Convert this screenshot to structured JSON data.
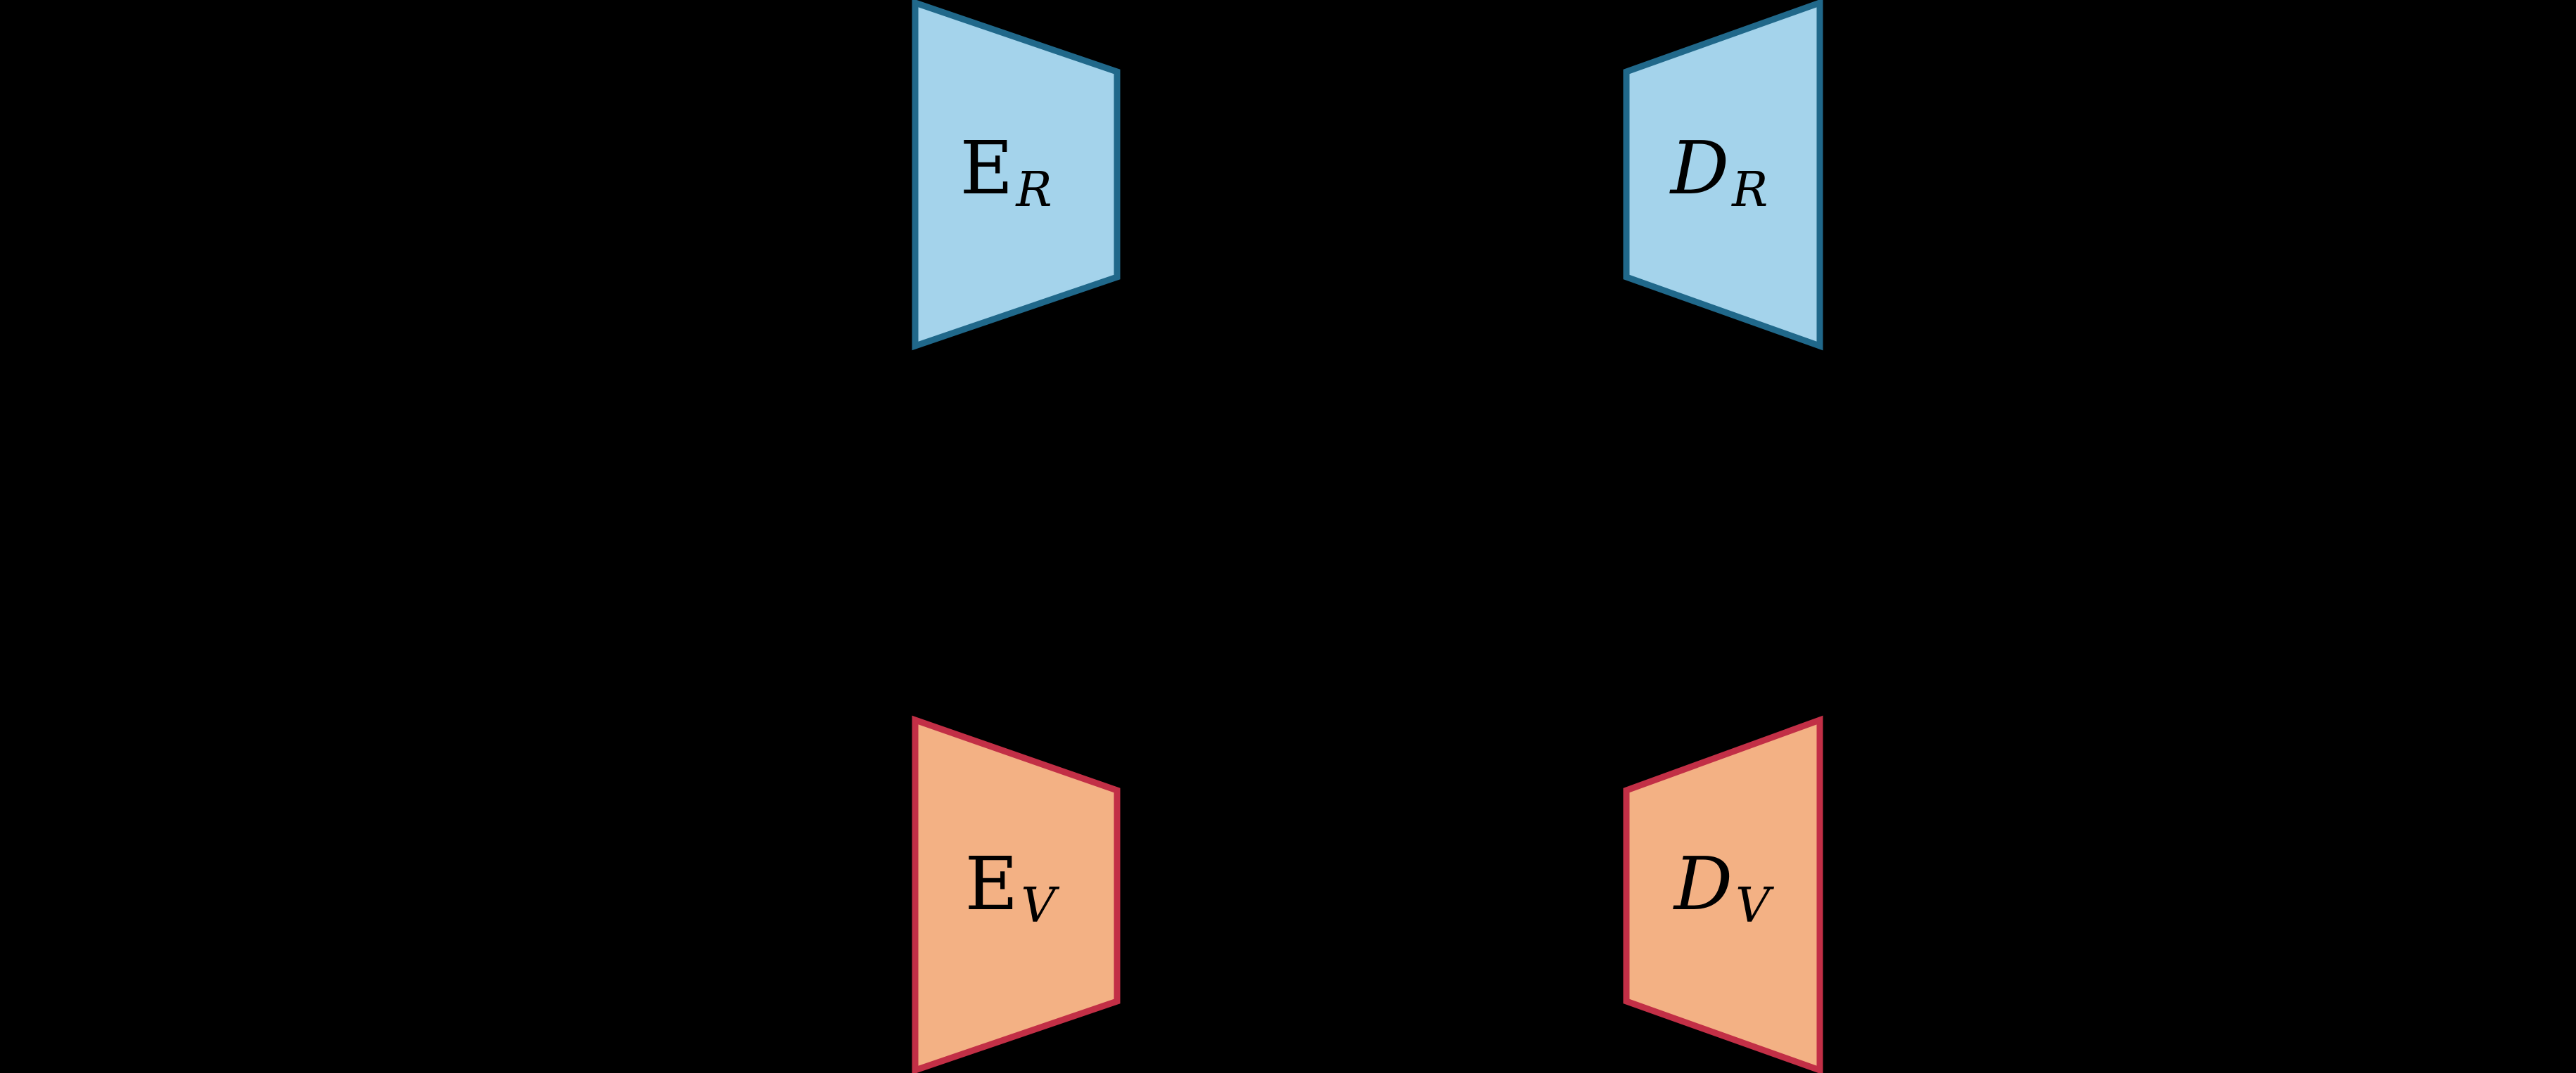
{
  "figure": {
    "description": "Autoencoder architecture diagram with two encoder-decoder pairs on a black background",
    "background_color": "#000000",
    "colors": {
      "blue_fill": "#a4d3eb",
      "blue_stroke": "#20688a",
      "orange_fill": "#f3b184",
      "orange_stroke": "#c22f46",
      "label_color": "#000000"
    },
    "blocks": [
      {
        "id": "encoder-R",
        "role": "encoder",
        "label": {
          "main": "E",
          "sub": "R"
        },
        "fill": "#a4d3eb",
        "stroke": "#20688a"
      },
      {
        "id": "decoder-R",
        "role": "decoder",
        "label": {
          "main": "D",
          "sub": "R"
        },
        "fill": "#a4d3eb",
        "stroke": "#20688a"
      },
      {
        "id": "encoder-V",
        "role": "encoder",
        "label": {
          "main": "E",
          "sub": "V"
        },
        "fill": "#f3b184",
        "stroke": "#c22f46"
      },
      {
        "id": "decoder-V",
        "role": "decoder",
        "label": {
          "main": "D",
          "sub": "V"
        },
        "fill": "#f3b184",
        "stroke": "#c22f46"
      }
    ]
  }
}
